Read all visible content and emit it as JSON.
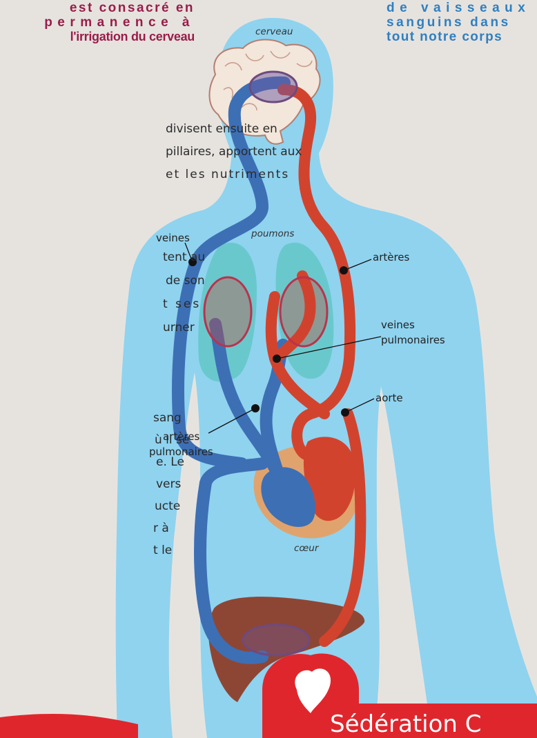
{
  "header_left": [
    "est consacré en",
    "permanence à",
    "l'irrigation du cerveau"
  ],
  "header_right": [
    "de vaisseaux",
    "sanguins dans",
    "tout notre corps"
  ],
  "text_blocks": [
    [
      " divisent ensuite en",
      "pillaires, apportent aux",
      " et les nutriments"
    ],
    [
      "tent au",
      "de son",
      "t ses",
      "urner"
    ],
    [
      " sang",
      "ù il se",
      "e. Le",
      "vers",
      "ucte",
      "r à",
      "t le"
    ]
  ],
  "labels": {
    "brain": "cerveau",
    "lungs": "poumons",
    "heart": "cœur",
    "veins": "veines",
    "arteries": "artères",
    "pulmonary_veins": [
      "veines",
      "pulmonaires"
    ],
    "aorta": "aorte",
    "pulmonary_arteries": [
      "artères",
      "pulmonaires"
    ]
  },
  "badge_text": "Sédération C",
  "colors": {
    "background": "#e6e3df",
    "body": "#8fd3ef",
    "vein": "#3d6fb5",
    "artery": "#d2432e",
    "lung": "#63c6c5",
    "brain": "#f3e6da",
    "liver": "#8e4634",
    "badge": "#e0262d"
  }
}
